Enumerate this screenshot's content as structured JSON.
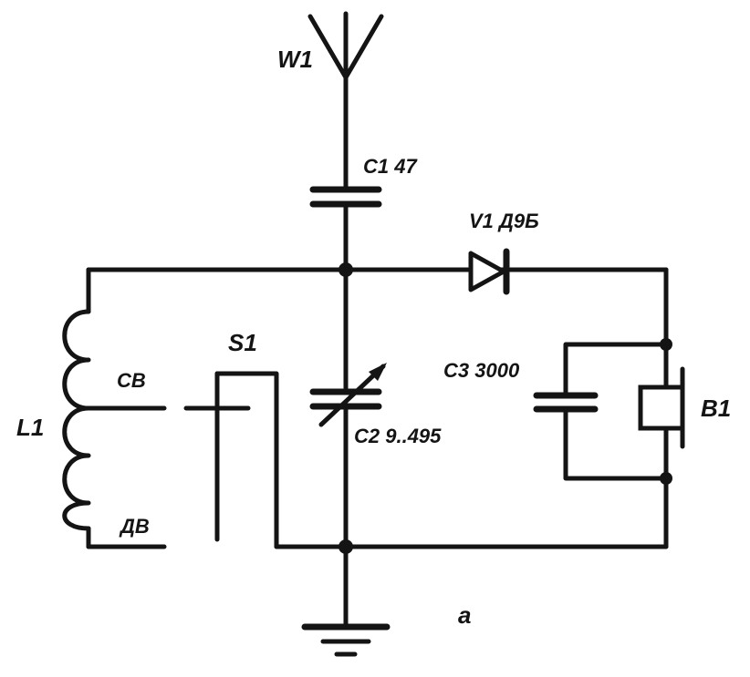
{
  "labels": {
    "antenna": "W1",
    "c1": "C1 47",
    "diode": "V1 Д9Б",
    "switch": "S1",
    "c3": "C3 3000",
    "headphone": "B1",
    "c2": "C2 9..495",
    "coil": "L1",
    "tap_mw": "СВ",
    "tap_lw": "ДВ",
    "figure": "a"
  },
  "colors": {
    "ink": "#141414",
    "background": "#ffffff"
  }
}
